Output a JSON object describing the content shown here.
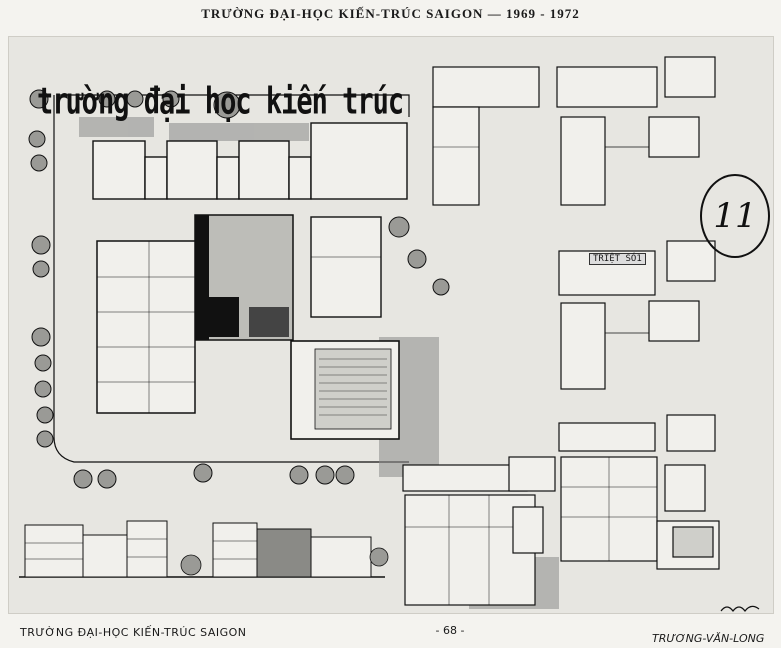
{
  "header": {
    "title": "TRƯỜNG ĐẠI-HỌC KIẾN-TRÚC SAIGON — 1969 - 1972"
  },
  "board": {
    "title": "trường đại học kiến trúc",
    "sheet_number": "11",
    "stamp": "TRIỆT SÓ1",
    "signature": "signature"
  },
  "footer": {
    "left": "TRƯỜNG ĐẠI-HỌC KIẾN-TRÚC SAIGON",
    "page": "- 68 -",
    "author": "TRƯƠNG-VĂN-LONG"
  },
  "colors": {
    "ink": "#111111",
    "paper": "#e7e6e1",
    "shade": "#7a7a7a"
  }
}
